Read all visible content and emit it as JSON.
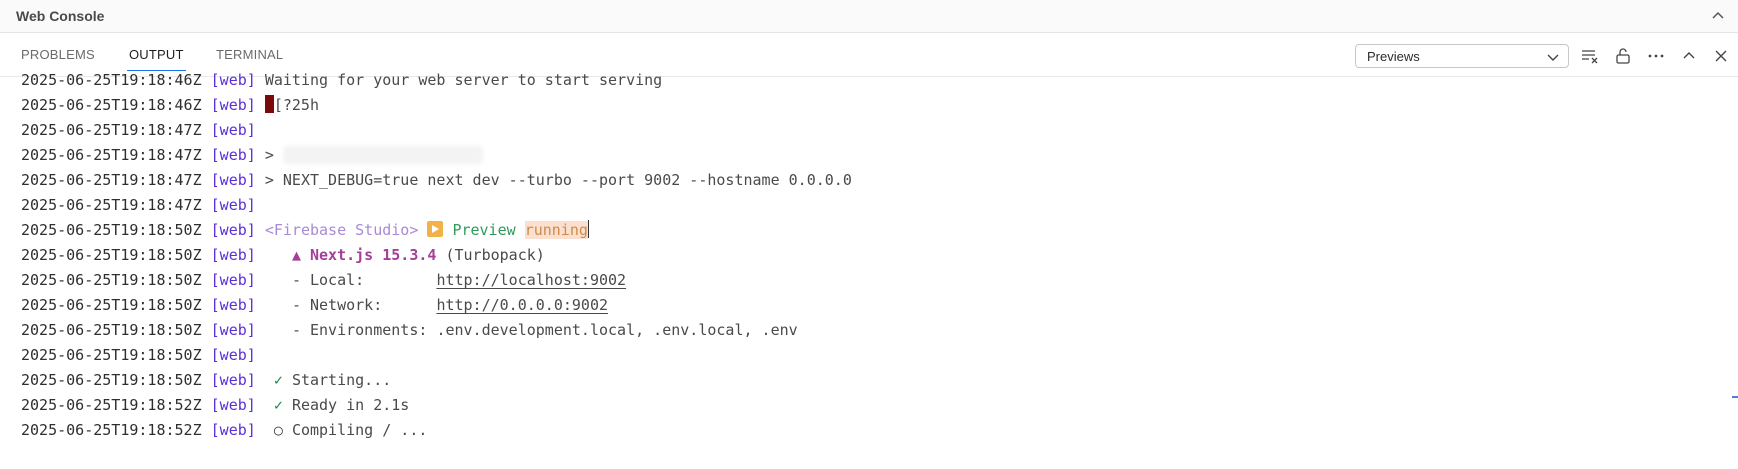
{
  "panel": {
    "title": "Web Console"
  },
  "tabs": [
    {
      "label": "PROBLEMS"
    },
    {
      "label": "OUTPUT"
    },
    {
      "label": "TERMINAL"
    }
  ],
  "toolbar": {
    "select_value": "Previews",
    "icons": [
      "clear-output-icon",
      "unlock-icon",
      "more-icon",
      "maximize-icon",
      "close-icon"
    ]
  },
  "log": {
    "tag": "[web]",
    "lines": [
      {
        "ts": "2025-06-25T19:18:46Z",
        "text": "Waiting for your web server to start serving"
      },
      {
        "ts": "2025-06-25T19:18:46Z",
        "text": "[?25h"
      },
      {
        "ts": "2025-06-25T19:18:47Z",
        "text": ""
      },
      {
        "ts": "2025-06-25T19:18:47Z",
        "text": ">"
      },
      {
        "ts": "2025-06-25T19:18:47Z",
        "text": "> NEXT_DEBUG=true next dev --turbo --port 9002 --hostname 0.0.0.0"
      },
      {
        "ts": "2025-06-25T19:18:47Z",
        "text": ""
      },
      {
        "ts": "2025-06-25T19:18:50Z",
        "studio": "<Firebase Studio>",
        "preview": "Preview",
        "status": "running"
      },
      {
        "ts": "2025-06-25T19:18:50Z",
        "next": "▲ Next.js 15.3.4",
        "turbo": "(Turbopack)"
      },
      {
        "ts": "2025-06-25T19:18:50Z",
        "label": "- Local:",
        "url": "http://localhost:9002"
      },
      {
        "ts": "2025-06-25T19:18:50Z",
        "label": "- Network:",
        "url": "http://0.0.0.0:9002"
      },
      {
        "ts": "2025-06-25T19:18:50Z",
        "label": "- Environments:",
        "value": ".env.development.local, .env.local, .env"
      },
      {
        "ts": "2025-06-25T19:18:50Z",
        "text": ""
      },
      {
        "ts": "2025-06-25T19:18:50Z",
        "check": "✓",
        "text": "Starting..."
      },
      {
        "ts": "2025-06-25T19:18:52Z",
        "check": "✓",
        "text": "Ready in 2.1s"
      },
      {
        "ts": "2025-06-25T19:18:52Z",
        "circle": "○",
        "text": "Compiling / ..."
      }
    ]
  },
  "colors": {
    "accent": "#1a73e8",
    "tag": "#5b2fd6",
    "next": "#a53e98",
    "preview": "#2f9a5a",
    "check": "#1d8a4f"
  }
}
